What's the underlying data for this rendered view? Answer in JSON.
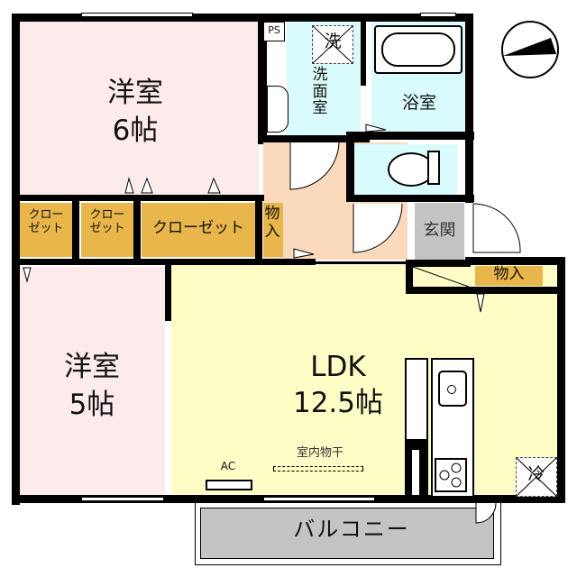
{
  "floorplan": {
    "rooms": {
      "western_room_1": {
        "name": "洋室",
        "size": "6帖",
        "color": "#fdebec"
      },
      "western_room_2": {
        "name": "洋室",
        "size": "5帖",
        "color": "#fdebec"
      },
      "ldk": {
        "name": "LDK",
        "size": "12.5帖",
        "color": "#fffdc6"
      },
      "washroom": {
        "name": "洗\n面\n室",
        "color": "#d9fbfd"
      },
      "bathroom": {
        "name": "浴室",
        "color": "#d9fbfd"
      },
      "toilet": {
        "name": "",
        "color": "#d9fbfd"
      },
      "hallway": {
        "color": "#fad9bd"
      },
      "entrance": {
        "name": "玄関",
        "color": "#c4c4c4"
      },
      "balcony": {
        "name": "バルコニー",
        "color": "#c4c4c4"
      }
    },
    "closets": [
      {
        "label": "クロー\nゼット"
      },
      {
        "label": "クロー\nゼット"
      },
      {
        "label": "クローゼット"
      },
      {
        "label": "物\n入"
      },
      {
        "label": "物入"
      }
    ],
    "fixtures": {
      "ps": "PS",
      "washer": "洗",
      "fridge": "冷",
      "ac": "AC",
      "indoor_drying": "室内物干"
    },
    "closet_color": "#e8b64a",
    "wall_color": "#000000"
  }
}
